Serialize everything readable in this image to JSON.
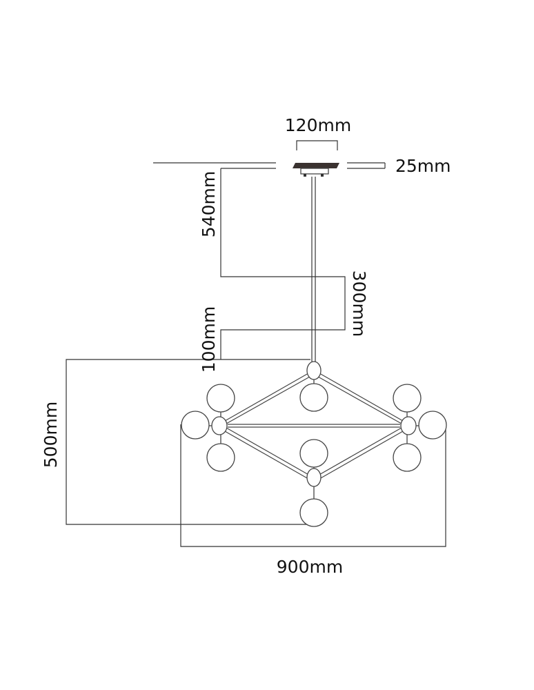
{
  "title": "Chandelier dimension drawing",
  "dimensions": {
    "canopy_width": "120mm",
    "canopy_height": "25mm",
    "rod_length": "540mm",
    "rod_segment": "300mm",
    "top_offset": "100mm",
    "body_height": "500mm",
    "body_width": "900mm"
  },
  "colors": {
    "line": "#333333",
    "canopy": "#3a3230"
  }
}
